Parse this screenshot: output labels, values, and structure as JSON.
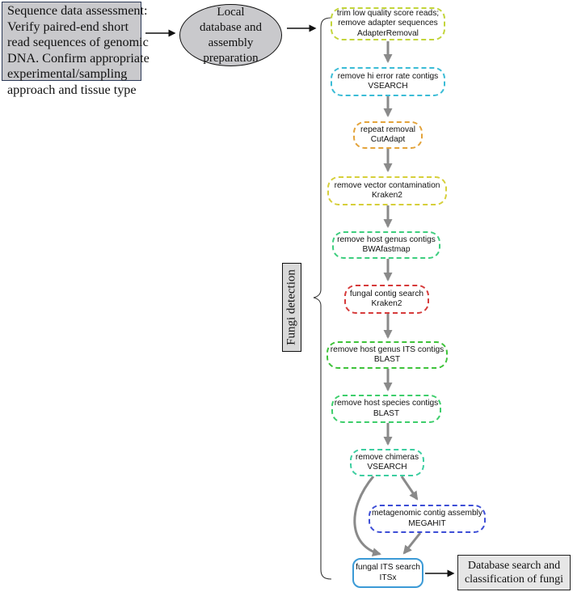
{
  "assessment": {
    "lines": [
      "Sequence data assessment:",
      "Verify paired-end short",
      "read sequences of genomic",
      "DNA. Confirm appropriate",
      "experimental/sampling",
      "approach and tissue type"
    ]
  },
  "local_prep": {
    "lines": [
      "Local",
      "database and",
      "assembly",
      "preparation"
    ]
  },
  "fungi_detection": {
    "label": "Fungi detection"
  },
  "steps": [
    {
      "line1": "trim low quality score reads;",
      "line2": "remove adapter sequences",
      "tool": "AdapterRemoval",
      "color": "#c3d53a"
    },
    {
      "line1": "remove hi error rate contigs",
      "tool": "VSEARCH",
      "color": "#3bbcd6"
    },
    {
      "line1": "repeat removal",
      "tool": "CutAdapt",
      "color": "#e3a33a"
    },
    {
      "line1": "remove vector contamination",
      "tool": "Kraken2",
      "color": "#d6cf3a"
    },
    {
      "line1": "remove host genus contigs",
      "tool": "BWAfastmap",
      "color": "#3dce7e"
    },
    {
      "line1": "fungal contig search",
      "tool": "Kraken2",
      "color": "#d63a3a"
    },
    {
      "line1": "remove host genus ITS contigs",
      "tool": "BLAST",
      "color": "#3ec33a"
    },
    {
      "line1": "remove host species contigs",
      "tool": "BLAST",
      "color": "#3dce6b"
    },
    {
      "line1": "remove chimeras",
      "tool": "VSEARCH",
      "color": "#3dcea0"
    },
    {
      "line1": "metagenomic contig assembly",
      "tool": "MEGAHIT",
      "color": "#3d4ed6"
    },
    {
      "line1": "fungal ITS search",
      "tool": "ITSx",
      "color": "#3b9ad6"
    }
  ],
  "output": {
    "lines": [
      "Database search and",
      "classification of fungi"
    ]
  }
}
